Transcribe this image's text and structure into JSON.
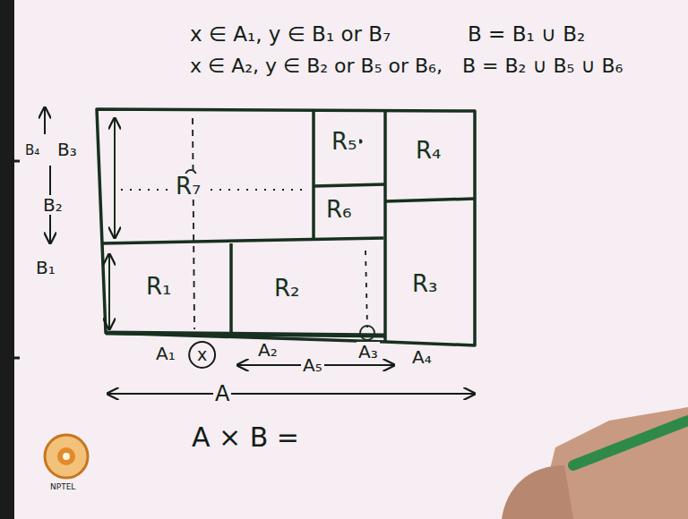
{
  "diagram": {
    "nodes": [
      {
        "text": [
          "R₇"
        ]
      },
      {
        "text": [
          "R₅"
        ]
      },
      {
        "text": [
          "R₄"
        ]
      },
      {
        "text": [
          "R₆"
        ]
      },
      {
        "text": [
          "R₁"
        ]
      },
      {
        "text": [
          "R₂"
        ]
      },
      {
        "text": [
          "R₃"
        ]
      }
    ],
    "labels": [
      "x ∈ A₁, y ∈ B₁ or B₇",
      "B = B₁ ∪ B₂",
      "x ∈ A₂, y ∈ B₂ or B₅ or B₆,",
      "B = B₂ ∪ B₅ ∪ B₆",
      "B₄",
      "B₃",
      "B₂",
      "B₁",
      "A₁",
      "x",
      "A₂",
      "A₅",
      "A₃",
      "A₄",
      "A",
      "A × B =",
      "NPTEL"
    ]
  }
}
